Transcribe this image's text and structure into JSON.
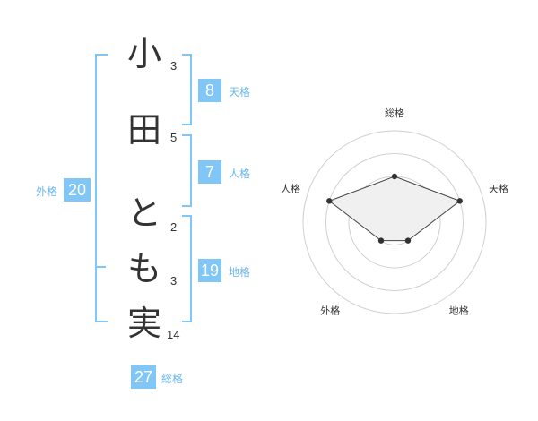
{
  "name_chars": [
    "小",
    "田",
    "と",
    "も",
    "実"
  ],
  "strokes": [
    "3",
    "5",
    "2",
    "3",
    "14"
  ],
  "kakusu": {
    "tenkaku": {
      "value": "8",
      "label": "天格"
    },
    "jinkaku": {
      "value": "7",
      "label": "人格"
    },
    "chikaku": {
      "value": "19",
      "label": "地格"
    },
    "gaikaku": {
      "value": "20",
      "label": "外格"
    },
    "soukaku": {
      "value": "27",
      "label": "総格"
    }
  },
  "colors": {
    "accent": "#80c6f6",
    "label": "#6ab8ee",
    "text": "#333333",
    "grid": "#d0d0d0",
    "fill": "#f0f0f0"
  },
  "chart_data": {
    "type": "radar",
    "axes": [
      "総格",
      "天格",
      "地格",
      "外格",
      "人格"
    ],
    "rings": 4,
    "values": [
      2,
      3,
      1,
      1,
      3
    ],
    "max": 4
  }
}
